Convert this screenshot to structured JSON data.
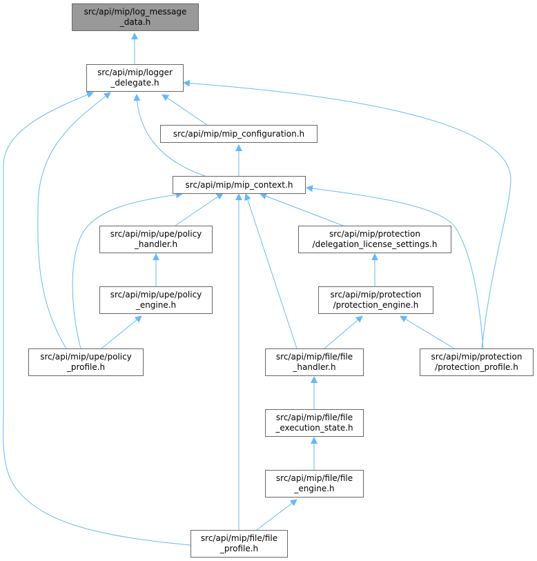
{
  "colors": {
    "edge": "#63b8ff",
    "node_border": "#666666",
    "root_fill": "#999999",
    "node_fill": "#ffffff"
  },
  "nodes": {
    "log_message_data": {
      "line1": "src/api/mip/log_message",
      "line2": "_data.h"
    },
    "logger_delegate": {
      "line1": "src/api/mip/logger",
      "line2": "_delegate.h"
    },
    "mip_configuration": {
      "line1": "src/api/mip/mip_configuration.h"
    },
    "mip_context": {
      "line1": "src/api/mip/mip_context.h"
    },
    "policy_handler": {
      "line1": "src/api/mip/upe/policy",
      "line2": "_handler.h"
    },
    "delegation_license": {
      "line1": "src/api/mip/protection",
      "line2": "/delegation_license_settings.h"
    },
    "policy_engine": {
      "line1": "src/api/mip/upe/policy",
      "line2": "_engine.h"
    },
    "protection_engine": {
      "line1": "src/api/mip/protection",
      "line2": "/protection_engine.h"
    },
    "policy_profile": {
      "line1": "src/api/mip/upe/policy",
      "line2": "_profile.h"
    },
    "file_handler": {
      "line1": "src/api/mip/file/file",
      "line2": "_handler.h"
    },
    "protection_profile": {
      "line1": "src/api/mip/protection",
      "line2": "/protection_profile.h"
    },
    "file_execution_state": {
      "line1": "src/api/mip/file/file",
      "line2": "_execution_state.h"
    },
    "file_engine": {
      "line1": "src/api/mip/file/file",
      "line2": "_engine.h"
    },
    "file_profile": {
      "line1": "src/api/mip/file/file",
      "line2": "_profile.h"
    }
  }
}
